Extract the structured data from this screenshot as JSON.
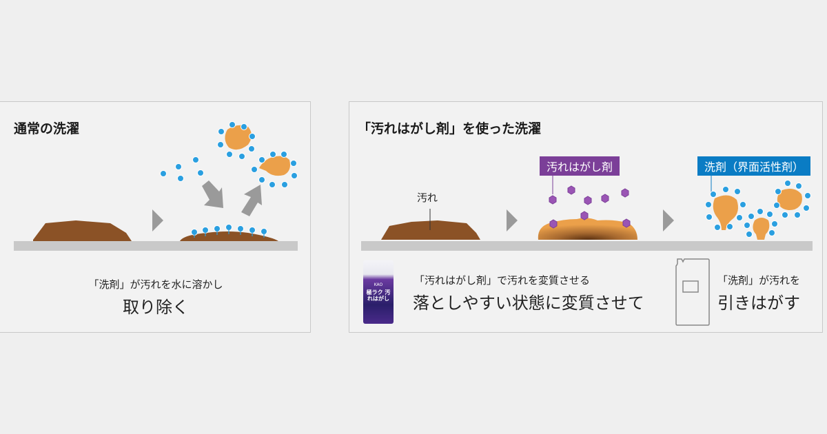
{
  "left_panel": {
    "title": "通常の洗濯",
    "caption_line1": "「洗剤」が汚れを水に溶かし",
    "caption_line2": "取り除く"
  },
  "right_panel": {
    "title": "「汚れはがし剤」を使った洗濯",
    "stain_label": "汚れ",
    "remover_tag": "汚れはがし剤",
    "detergent_tag": "洗剤（界面活性剤）",
    "remover_caption_line1": "「汚れはがし剤」で汚れを変質させる",
    "remover_caption_line2": "落としやすい状態に変質させて",
    "detergent_caption_line1": "「洗剤」が汚れを",
    "detergent_caption_line2": "引きはがす",
    "product_name": "極ラク 汚れはがし",
    "product_brand": "KAO"
  },
  "colors": {
    "background": "#efefef",
    "panel": "#f2f2f2",
    "panel_border": "#c8c8c8",
    "stain_brown": "#8b5226",
    "oil_orange": "#eba04a",
    "surfactant_blue": "#2a9fe0",
    "remover_purple": "#7b3f98",
    "detergent_tag_blue": "#0a7cc4",
    "arrow_gray": "#9a9a9a",
    "ground_gray": "#c9c9c9"
  }
}
